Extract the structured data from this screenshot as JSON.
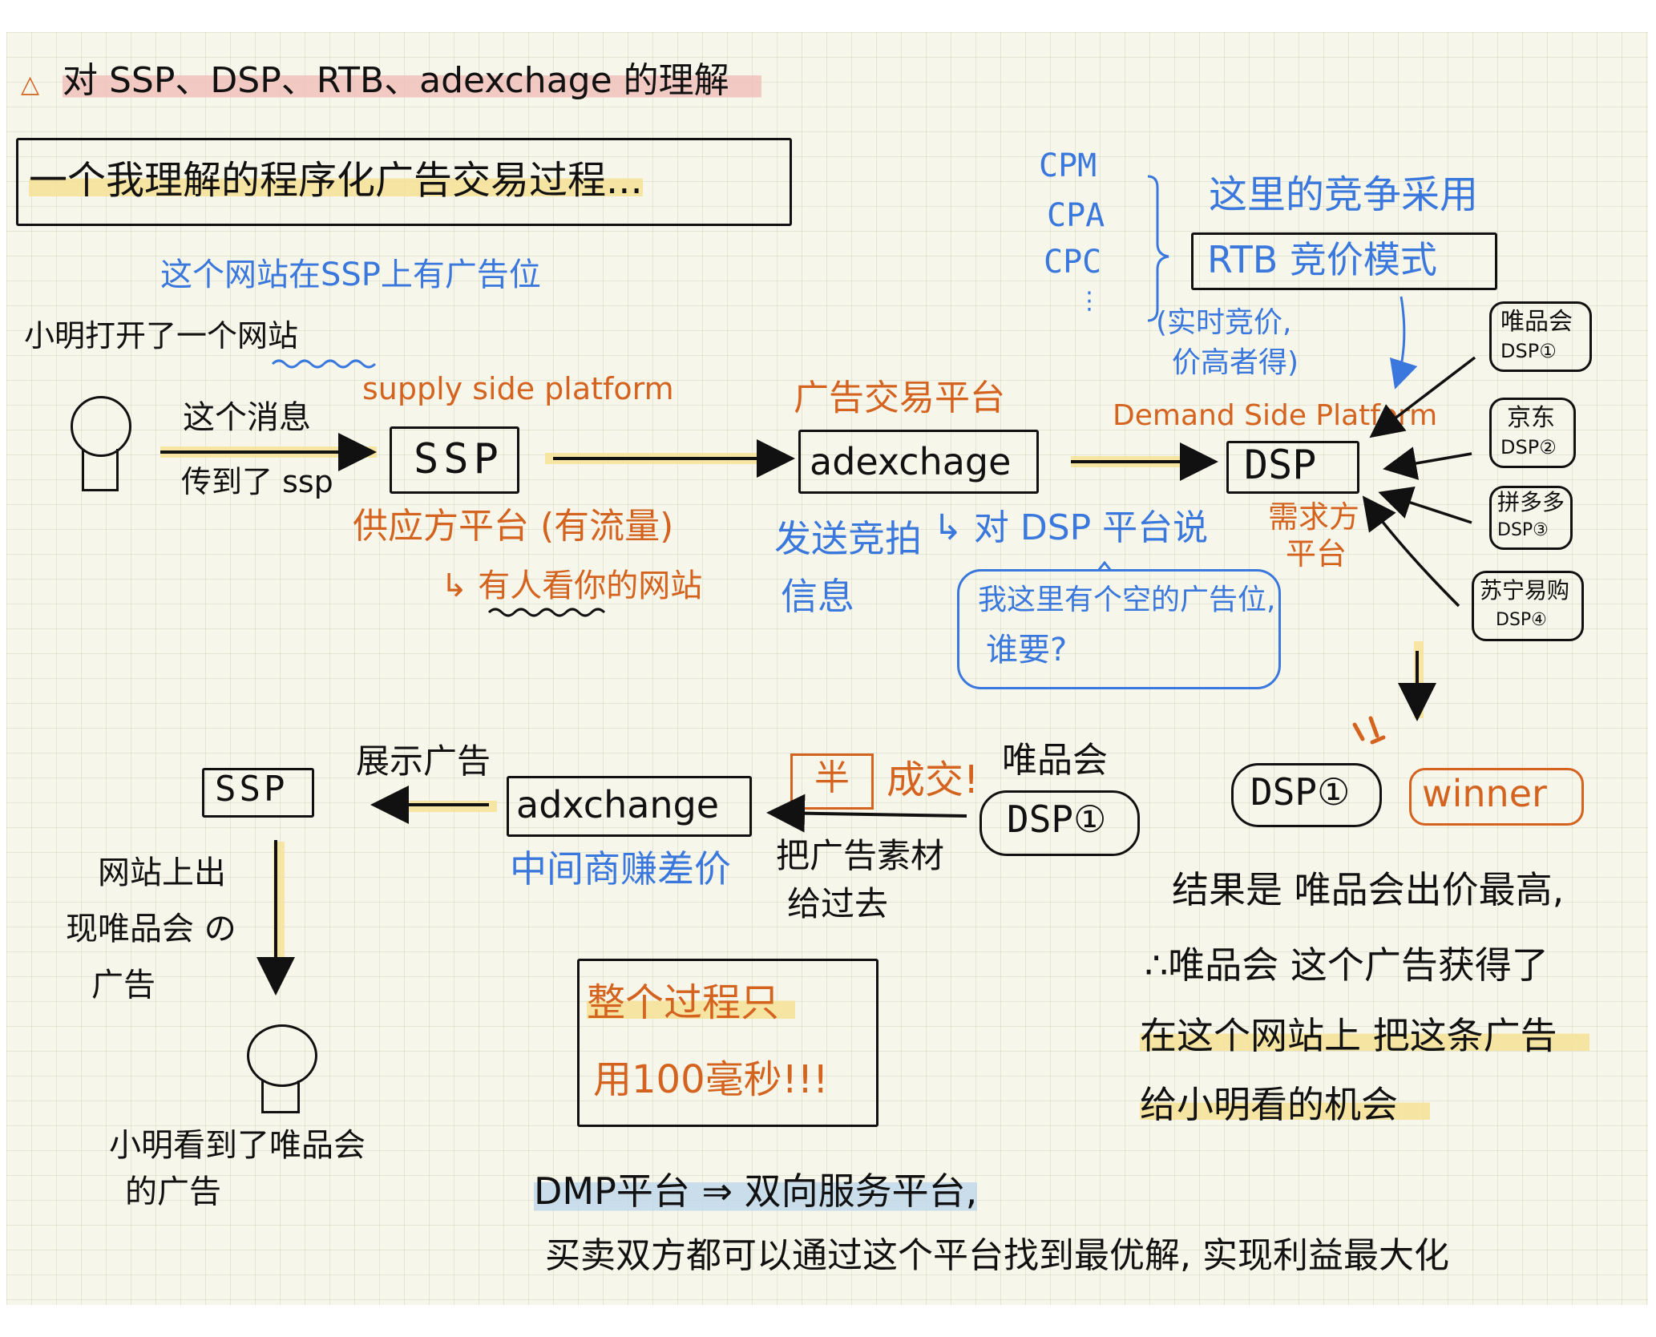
{
  "title": "对 SSP、DSP、RTB、adexchage 的理解",
  "subtitle": "一个我理解的程序化广告交易过程...",
  "note_ad_slot": "这个网站在SSP上有广告位",
  "user_action": "小明打开了一个网站",
  "msg_top": "这个消息",
  "msg_bottom": "传到了 ssp",
  "ssp_en": "supply side platform",
  "ssp_label": "SSP",
  "ssp_cn": "供应方平台 (有流量)",
  "ssp_note": "↳ 有人看你的网站",
  "adx_cn": "广告交易平台",
  "adx_label": "adexchage",
  "adx_send_1": "发送竞拍",
  "adx_send_2": "信息",
  "adx_say": "↳ 对 DSP 平台说",
  "bubble_1": "我这里有个空的广告位,",
  "bubble_2": "谁要?",
  "dsp_en": "Demand Side Platform",
  "dsp_label": "DSP",
  "dsp_cn_1": "需求方",
  "dsp_cn_2": "平台",
  "pricing": [
    "CPM",
    "CPA",
    "CPC",
    "⋮"
  ],
  "pricing_note": "这里的竞争采用",
  "rtb_mode": "RTB 竞价模式",
  "rtb_note_1": "(实时竞价,",
  "rtb_note_2": "价高者得)",
  "bidders": [
    {
      "name": "唯品会",
      "id": "DSP①"
    },
    {
      "name": "京东",
      "id": "DSP②"
    },
    {
      "name": "拼多多",
      "id": "DSP③"
    },
    {
      "name": "苏宁易购",
      "id": "DSP④"
    }
  ],
  "winner_dsp": "DSP①",
  "winner_label": "winner",
  "result_lines": [
    "结果是 唯品会出价最高,",
    "∴唯品会 这个广告获得了",
    "在这个网站上 把这条广告",
    "给小明看的机会"
  ],
  "vip_name": "唯品会",
  "vip_dsp": "DSP①",
  "deal_stamp": "半",
  "deal_text": "成交!",
  "material_1": "把广告素材",
  "material_2": "给过去",
  "adx2_label": "adxchange",
  "adx2_note": "中间商赚差价",
  "show_ad": "展示广告",
  "ssp2_label": "SSP",
  "site_ad_1": "网站上出",
  "site_ad_2": "现唯品会 の",
  "site_ad_3": "广告",
  "user_saw_1": "小明看到了唯品会",
  "user_saw_2": "的广告",
  "timing_1": "整个过程只",
  "timing_2": "用100毫秒!!!",
  "dmp_line": "DMP平台 ⇒ 双向服务平台,",
  "dmp_desc": "买卖双方都可以通过这个平台找到最优解, 实现利益最大化"
}
